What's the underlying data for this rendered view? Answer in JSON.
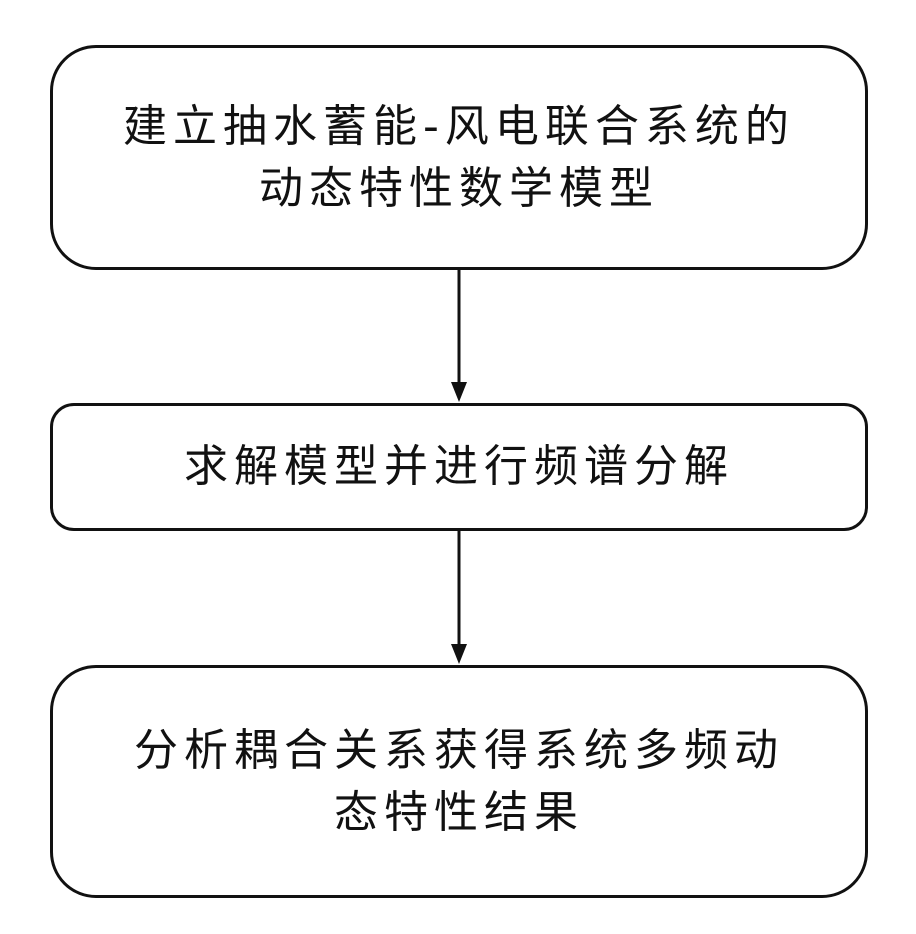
{
  "flowchart": {
    "steps": [
      {
        "lines": [
          "建立抽水蓄能-风电联合系统的",
          "动态特性数学模型"
        ]
      },
      {
        "lines": [
          "求解模型并进行频谱分解"
        ]
      },
      {
        "lines": [
          "分析耦合关系获得系统多频动",
          "态特性结果"
        ]
      }
    ],
    "colors": {
      "line": "#111111",
      "fill": "#ffffff"
    }
  }
}
